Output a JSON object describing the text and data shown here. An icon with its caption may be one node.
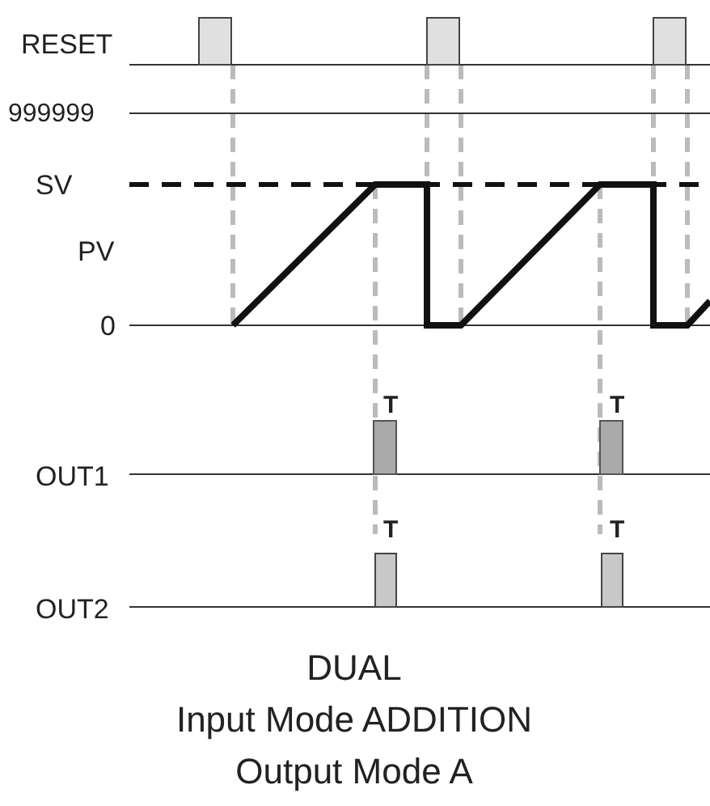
{
  "diagram": {
    "labels": [
      "RESET",
      "999999",
      "SV",
      "PV",
      "0",
      "T",
      "T",
      "OUT1",
      "T",
      "T",
      "OUT2",
      "DUAL",
      "Input Mode ADDITION",
      "Output Mode A"
    ]
  }
}
